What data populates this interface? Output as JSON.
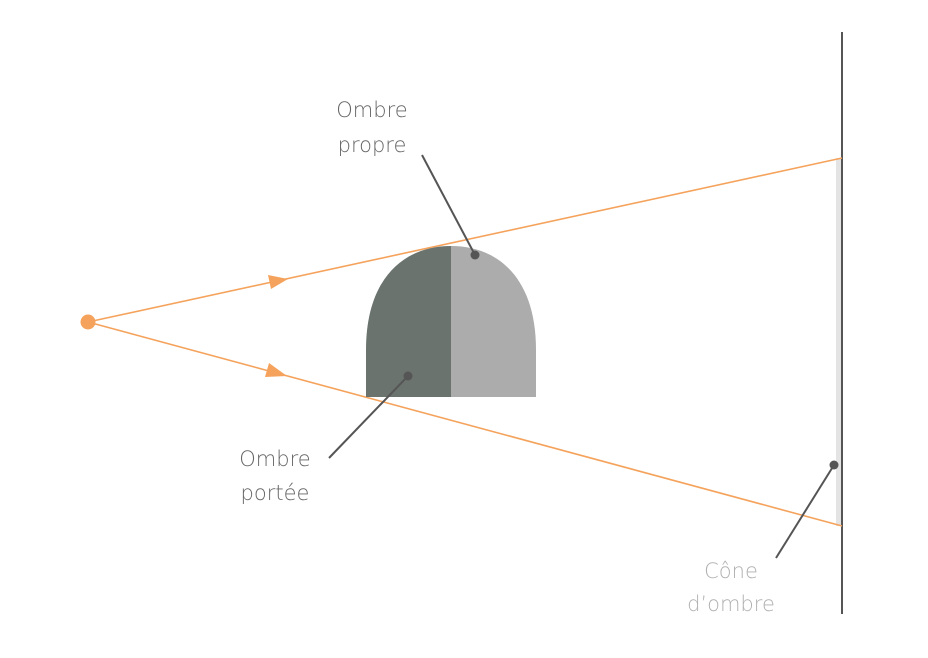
{
  "colors": {
    "light_ray": "#f5a35c",
    "object_dark_half": "#6a736e",
    "object_light_half": "#acacac",
    "screen_line": "#555555",
    "screen_shadow_band": "#e4e4e4",
    "leader_line": "#555555",
    "label_dark": "#666666",
    "label_light": "#b0b0b0"
  },
  "labels": {
    "ombre_propre": {
      "line1": "Ombre",
      "line2": "propre"
    },
    "ombre_portee": {
      "line1": "Ombre",
      "line2": "portée"
    },
    "cone_ombre": {
      "line1": "Cône",
      "line2": "d’ombre"
    }
  },
  "icons": {
    "light_source": "light-source-dot-icon",
    "ray_arrow": "arrowhead-icon"
  }
}
